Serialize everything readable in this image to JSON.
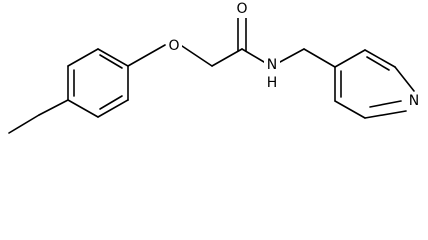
{
  "diagram": {
    "type": "chemical-structure",
    "atoms": {
      "oxygen_ether": "O",
      "oxygen_carbonyl": "O",
      "nitrogen_amide": "N",
      "hydrogen_amide": "H",
      "nitrogen_pyridine": "N"
    },
    "colors": {
      "ink": "#000000",
      "background": "#ffffff"
    }
  }
}
